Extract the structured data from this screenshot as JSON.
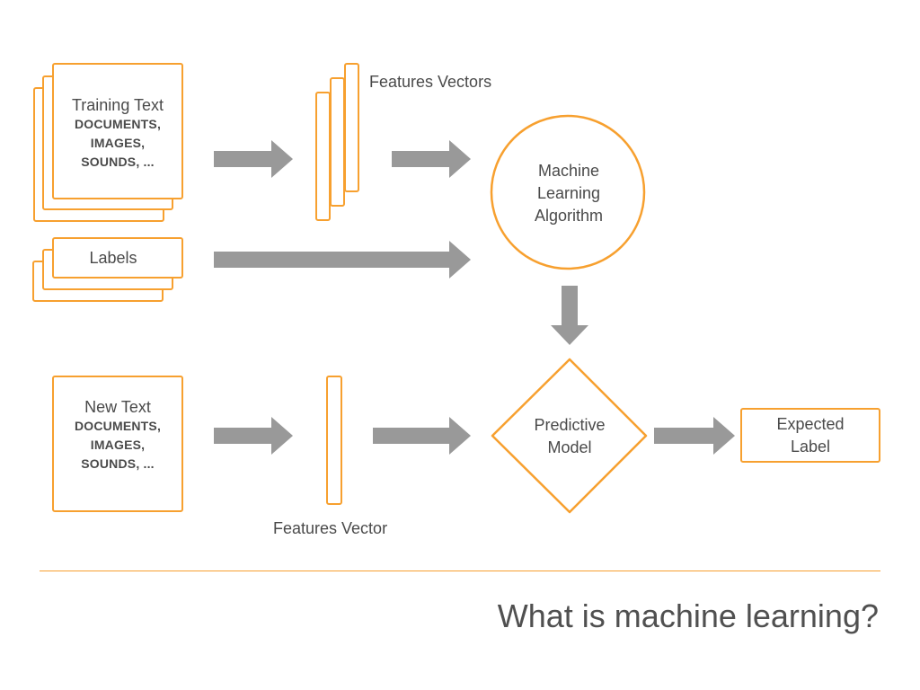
{
  "colors": {
    "accent": "#f7a02f",
    "arrow": "#999999",
    "text": "#4a4a4a"
  },
  "training": {
    "title": "Training Text",
    "items": [
      "DOCUMENTS,",
      "IMAGES,",
      "SOUNDS, ..."
    ]
  },
  "labels": {
    "text": "Labels"
  },
  "features_vectors": {
    "caption": "Features Vectors"
  },
  "algorithm": {
    "lines": [
      "Machine",
      "Learning",
      "Algorithm"
    ]
  },
  "new_input": {
    "title": "New Text",
    "items": [
      "DOCUMENTS,",
      "IMAGES,",
      "SOUNDS, ..."
    ]
  },
  "feature_vector": {
    "caption": "Features Vector"
  },
  "model": {
    "lines": [
      "Predictive",
      "Model"
    ]
  },
  "output": {
    "lines": [
      "Expected",
      "Label"
    ]
  },
  "footer": {
    "title": "What is machine learning?"
  }
}
